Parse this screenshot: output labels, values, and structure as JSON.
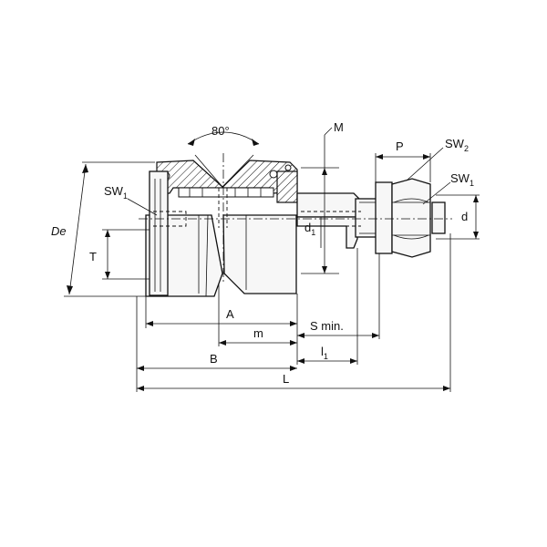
{
  "labels": {
    "angle": "80°",
    "M": "M",
    "P": "P",
    "SW2_main": "SW",
    "SW2_sub": "2",
    "SW1_right_main": "SW",
    "SW1_right_sub": "1",
    "SW1_left_main": "SW",
    "SW1_left_sub": "1",
    "De": "De",
    "T": "T",
    "d1_main": "d",
    "d1_sub": "1",
    "d": "d",
    "A": "A",
    "m": "m",
    "S_min": "S min.",
    "B": "B",
    "l1_main": "l",
    "l1_sub": "1",
    "L": "L"
  }
}
